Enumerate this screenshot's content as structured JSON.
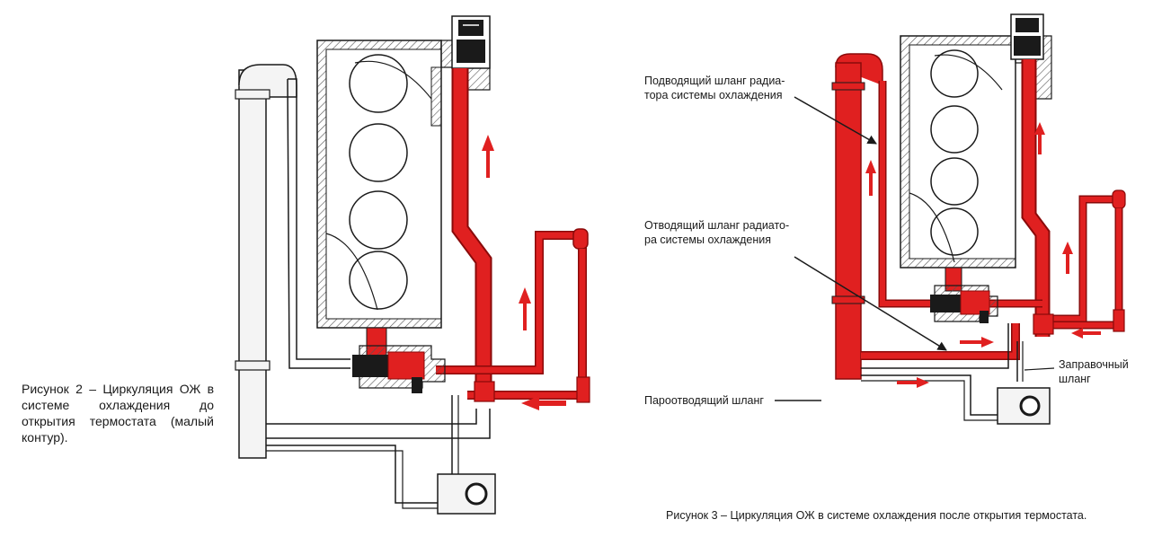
{
  "figure2": {
    "caption": "Рисунок 2 – Циркуляция ОЖ в системе охлаждения до открытия термостата (малый контур)."
  },
  "figure3": {
    "caption": "Рисунок 3 – Циркуляция ОЖ в системе охлаждения после открытия термостата.",
    "labels": {
      "supply_hose_line1": "Подводящий шланг радиа-",
      "supply_hose_line2": "тора системы охлаждения",
      "return_hose_line1": "Отводящий шланг радиато-",
      "return_hose_line2": "ра системы охлаждения",
      "vapor_hose": "Пароотводящий шланг",
      "filler_hose_line1": "Заправочный",
      "filler_hose_line2": "шланг"
    }
  },
  "colors": {
    "coolant": "#e02020",
    "coolant_dark": "#8a0a0a",
    "line": "#1a1a1a",
    "hatch": "#555555",
    "pipe_gray": "#f4f4f4"
  }
}
